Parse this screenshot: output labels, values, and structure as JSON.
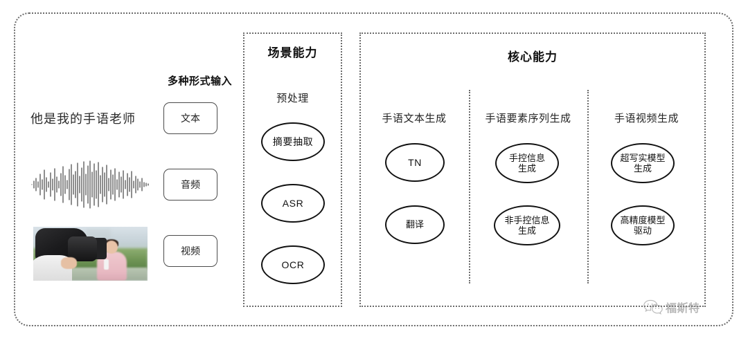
{
  "diagram": {
    "input_section": {
      "heading": "多种形式输入",
      "sample_text": "他是我的手语老师",
      "modalities": [
        {
          "label": "文本",
          "icon": "text-icon"
        },
        {
          "label": "音频",
          "icon": "audio-waveform-icon"
        },
        {
          "label": "视频",
          "icon": "video-thumbnail-icon"
        }
      ]
    },
    "scene_section": {
      "title": "场景能力",
      "subtitle": "预处理",
      "nodes": [
        "摘要抽取",
        "ASR",
        "OCR"
      ]
    },
    "core_section": {
      "title": "核心能力",
      "columns": [
        {
          "label": "手语文本生成",
          "nodes": [
            "TN",
            "翻译"
          ]
        },
        {
          "label": "手语要素序列生成",
          "nodes": [
            "手控信息\n生成",
            "非手控信息\n生成"
          ]
        },
        {
          "label": "手语视频生成",
          "nodes": [
            "超写实模型\n生成",
            "高精度模型\n驱动"
          ]
        }
      ]
    },
    "watermark": {
      "text": "福斯特",
      "icon": "wechat-logo-icon"
    },
    "colors": {
      "background": "#ffffff",
      "border_dotted": "#6b6b6b",
      "node_stroke": "#111111",
      "text": "#1a1a1a",
      "watermark": "#8e8e8e"
    }
  }
}
